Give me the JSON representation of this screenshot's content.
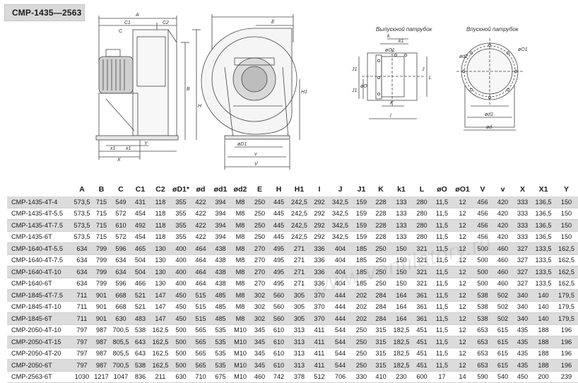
{
  "title": "СМР-1435—2563",
  "captions": {
    "outlet": "Выпускной патрубок",
    "inlet": "Впускной патрубок"
  },
  "dim_labels": [
    "A",
    "C1",
    "C2",
    "C",
    "B",
    "H",
    "E",
    "H1",
    "x1",
    "x1",
    "Y",
    "X",
    "øD1",
    "v",
    "V",
    "k1",
    "k",
    "J1",
    "J1",
    "øO",
    "J",
    "L",
    "K",
    "l",
    "øO1",
    "ød2",
    "øO1",
    "ød1",
    "ød"
  ],
  "watermark": "www.ventilatory.ru",
  "table": {
    "headers": [
      "",
      "A",
      "B",
      "C",
      "C1",
      "C2",
      "øD1*",
      "ød",
      "ød1",
      "ød2",
      "E",
      "H",
      "H1",
      "I",
      "J",
      "J1",
      "K",
      "k1",
      "L",
      "øO",
      "øO1",
      "V",
      "v",
      "X",
      "X1",
      "Y"
    ],
    "rows": [
      [
        "CMP-1435-4T-4",
        "573,5",
        "715",
        "549",
        "431",
        "118",
        "355",
        "422",
        "394",
        "M8",
        "250",
        "445",
        "242,5",
        "292",
        "342,5",
        "159",
        "228",
        "133",
        "280",
        "11,5",
        "12",
        "456",
        "420",
        "333",
        "136,5",
        "150"
      ],
      [
        "CMP-1435-4T-5.5",
        "573,5",
        "715",
        "572",
        "454",
        "118",
        "355",
        "422",
        "394",
        "M8",
        "250",
        "445",
        "242,5",
        "292",
        "342,5",
        "159",
        "228",
        "133",
        "280",
        "11,5",
        "12",
        "456",
        "420",
        "333",
        "136,5",
        "150"
      ],
      [
        "CMP-1435-4T-7.5",
        "573,5",
        "715",
        "610",
        "492",
        "118",
        "355",
        "422",
        "394",
        "M8",
        "250",
        "445",
        "242,5",
        "292",
        "342,5",
        "159",
        "228",
        "133",
        "280",
        "11,5",
        "12",
        "456",
        "420",
        "333",
        "136,5",
        "150"
      ],
      [
        "CMP-1435-6T",
        "573,5",
        "715",
        "572",
        "454",
        "118",
        "355",
        "422",
        "394",
        "M8",
        "250",
        "445",
        "242,5",
        "292",
        "342,5",
        "159",
        "228",
        "133",
        "280",
        "11,5",
        "12",
        "456",
        "420",
        "333",
        "136,5",
        "150"
      ],
      [
        "CMP-1640-4T-5.5",
        "634",
        "799",
        "596",
        "465",
        "130",
        "400",
        "464",
        "438",
        "M8",
        "270",
        "495",
        "271",
        "336",
        "404",
        "185",
        "250",
        "150",
        "321",
        "11,5",
        "12",
        "500",
        "460",
        "327",
        "133,5",
        "162,5"
      ],
      [
        "CMP-1640-4T-7.5",
        "634",
        "799",
        "634",
        "504",
        "130",
        "400",
        "464",
        "438",
        "M8",
        "270",
        "495",
        "271",
        "336",
        "404",
        "185",
        "250",
        "150",
        "321",
        "11,5",
        "12",
        "500",
        "460",
        "327",
        "133,5",
        "162,5"
      ],
      [
        "CMP-1640-4T-10",
        "634",
        "799",
        "634",
        "504",
        "130",
        "400",
        "464",
        "438",
        "M8",
        "270",
        "495",
        "271",
        "336",
        "404",
        "185",
        "250",
        "150",
        "321",
        "11,5",
        "12",
        "500",
        "460",
        "327",
        "133,5",
        "162,5"
      ],
      [
        "CMP-1640-6T",
        "634",
        "799",
        "596",
        "466",
        "130",
        "400",
        "464",
        "438",
        "M8",
        "270",
        "495",
        "271",
        "336",
        "404",
        "185",
        "250",
        "150",
        "321",
        "11,5",
        "12",
        "500",
        "460",
        "327",
        "133,5",
        "162,5"
      ],
      [
        "CMP-1845-4T-7.5",
        "711",
        "901",
        "668",
        "521",
        "147",
        "450",
        "515",
        "485",
        "M8",
        "302",
        "560",
        "305",
        "370",
        "444",
        "202",
        "284",
        "164",
        "361",
        "11,5",
        "12",
        "538",
        "502",
        "340",
        "140",
        "179,5"
      ],
      [
        "CMP-1845-4T-10",
        "711",
        "901",
        "668",
        "521",
        "147",
        "450",
        "515",
        "485",
        "M8",
        "302",
        "560",
        "305",
        "370",
        "444",
        "202",
        "284",
        "164",
        "361",
        "11,5",
        "12",
        "538",
        "502",
        "340",
        "140",
        "179,5"
      ],
      [
        "CMP-1845-6T",
        "711",
        "901",
        "630",
        "483",
        "147",
        "450",
        "515",
        "485",
        "M8",
        "302",
        "560",
        "305",
        "370",
        "444",
        "202",
        "284",
        "164",
        "361",
        "11,5",
        "12",
        "538",
        "502",
        "340",
        "140",
        "179,5"
      ],
      [
        "CMP-2050-4T-10",
        "797",
        "987",
        "700,5",
        "538",
        "162,5",
        "500",
        "565",
        "535",
        "M10",
        "345",
        "610",
        "313",
        "411",
        "544",
        "250",
        "315",
        "182,5",
        "451",
        "11,5",
        "12",
        "653",
        "615",
        "435",
        "188",
        "196"
      ],
      [
        "CMP-2050-4T-15",
        "797",
        "987",
        "805,5",
        "643",
        "162,5",
        "500",
        "565",
        "535",
        "M10",
        "345",
        "610",
        "313",
        "411",
        "544",
        "250",
        "315",
        "182,5",
        "451",
        "11,5",
        "12",
        "653",
        "615",
        "435",
        "188",
        "196"
      ],
      [
        "CMP-2050-4T-20",
        "797",
        "987",
        "805,5",
        "643",
        "162,5",
        "500",
        "565",
        "535",
        "M10",
        "345",
        "610",
        "313",
        "411",
        "544",
        "250",
        "315",
        "182,5",
        "451",
        "11,5",
        "12",
        "653",
        "615",
        "435",
        "188",
        "196"
      ],
      [
        "CMP-2050-6T",
        "797",
        "987",
        "700,5",
        "538",
        "162,5",
        "500",
        "565",
        "535",
        "M10",
        "345",
        "610",
        "313",
        "411",
        "544",
        "250",
        "315",
        "182,5",
        "451",
        "11,5",
        "12",
        "653",
        "615",
        "435",
        "188",
        "196"
      ],
      [
        "CMP-2563-6T",
        "1030",
        "1217",
        "1047",
        "836",
        "211",
        "630",
        "710",
        "675",
        "M10",
        "460",
        "742",
        "378",
        "512",
        "706",
        "330",
        "410",
        "230",
        "600",
        "17",
        "14",
        "590",
        "540",
        "450",
        "200",
        "239"
      ]
    ]
  }
}
